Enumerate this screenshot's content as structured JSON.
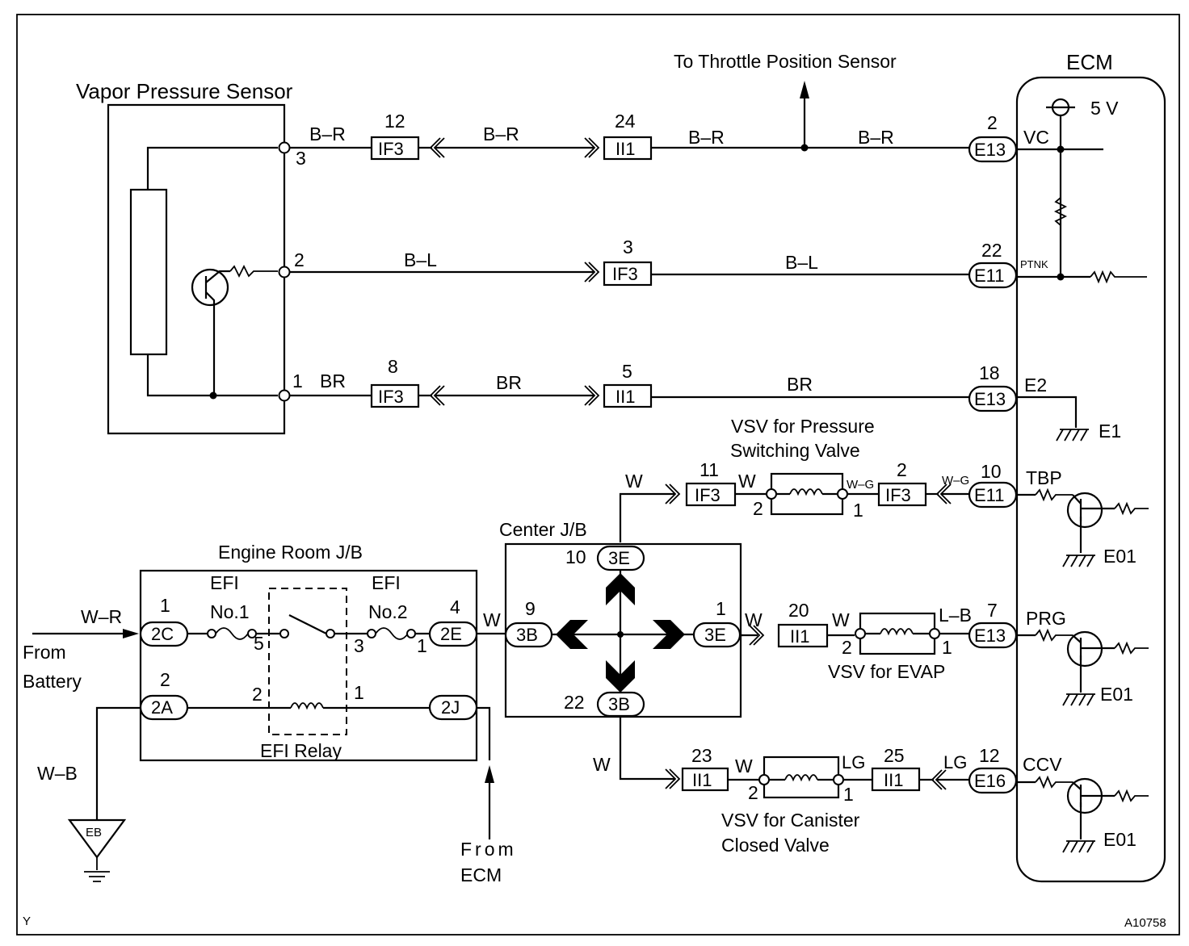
{
  "border": {
    "corner_code": "Y",
    "figure_code": "A10758"
  },
  "titles": {
    "vapor_pressure_sensor": "Vapor Pressure Sensor",
    "ecm": "ECM",
    "to_throttle": "To Throttle Position Sensor",
    "engine_room_jb": "Engine Room J/B",
    "center_jb": "Center J/B",
    "efi_relay": "EFI Relay",
    "vsv_pressure_1": "VSV for Pressure",
    "vsv_pressure_2": "Switching Valve",
    "vsv_evap": "VSV for EVAP",
    "vsv_canister_1": "VSV for Canister",
    "vsv_canister_2": "Closed Valve",
    "from_battery_1": "From",
    "from_battery_2": "Battery",
    "from_ecm_1": "From",
    "from_ecm_2": "ECM"
  },
  "ecm": {
    "supply": "5 V",
    "vc": "VC",
    "ptnk": "PTNK",
    "e2": "E2",
    "e1": "E1",
    "tbp": "TBP",
    "prg": "PRG",
    "ccv": "CCV",
    "e01_a": "E01",
    "e01_b": "E01",
    "e01_c": "E01"
  },
  "wires": {
    "br_1": "B–R",
    "br_2": "B–R",
    "br_3": "B–R",
    "br_4": "B–R",
    "bl_1": "B–L",
    "bl_2": "B–L",
    "brn_1": "BR",
    "brn_2": "BR",
    "brn_3": "BR",
    "w_top": "W",
    "w_vsv1": "W",
    "wg_1": "W–G",
    "wg_2": "W–G",
    "wr": "W–R",
    "wb": "W–B",
    "w_2e": "W",
    "w_3e": "W",
    "w_evap": "W",
    "lb": "L–B",
    "w_bottom": "W",
    "w_ccv": "W",
    "lg_1": "LG",
    "lg_2": "LG"
  },
  "connectors": {
    "if3_a": "IF3",
    "ii1_a": "II1",
    "if3_b": "IF3",
    "if3_c": "IF3",
    "ii1_c": "II1",
    "e13_a": "E13",
    "e11_a": "E11",
    "e13_b": "E13",
    "if3_d": "IF3",
    "if3_e": "IF3",
    "e11_b": "E11",
    "ii1_e": "II1",
    "e13_c": "E13",
    "ii1_f": "II1",
    "ii1_g": "II1",
    "e16": "E16",
    "c2c": "2C",
    "c2a": "2A",
    "c2e": "2E",
    "c2j": "2J",
    "c3e_top": "3E",
    "c3b_left": "3B",
    "c3e_right": "3E",
    "c3b_bottom": "3B",
    "eb": "EB"
  },
  "pins": {
    "s3": "3",
    "s2": "2",
    "s1": "1",
    "p12": "12",
    "p24": "24",
    "p2": "2",
    "p3": "3",
    "p22": "22",
    "p8": "8",
    "p5": "5",
    "p18": "18",
    "p11": "11",
    "v1_2": "2",
    "v1_1": "1",
    "p2b": "2",
    "p10": "10",
    "p20": "20",
    "v2_2": "2",
    "v2_1": "1",
    "p7": "7",
    "p23": "23",
    "v3_2": "2",
    "v3_1": "1",
    "p25": "25",
    "p12b": "12",
    "jb_1": "1",
    "jb_2": "2",
    "jb_4": "4",
    "r5": "5",
    "r3": "3",
    "r1": "1",
    "r2": "2",
    "r1b": "1",
    "cj_10": "10",
    "cj_9": "9",
    "cj_1": "1",
    "cj_22": "22"
  },
  "fuses": {
    "efi_1": "EFI",
    "no1": "No.1",
    "efi_2": "EFI",
    "no2": "No.2"
  }
}
